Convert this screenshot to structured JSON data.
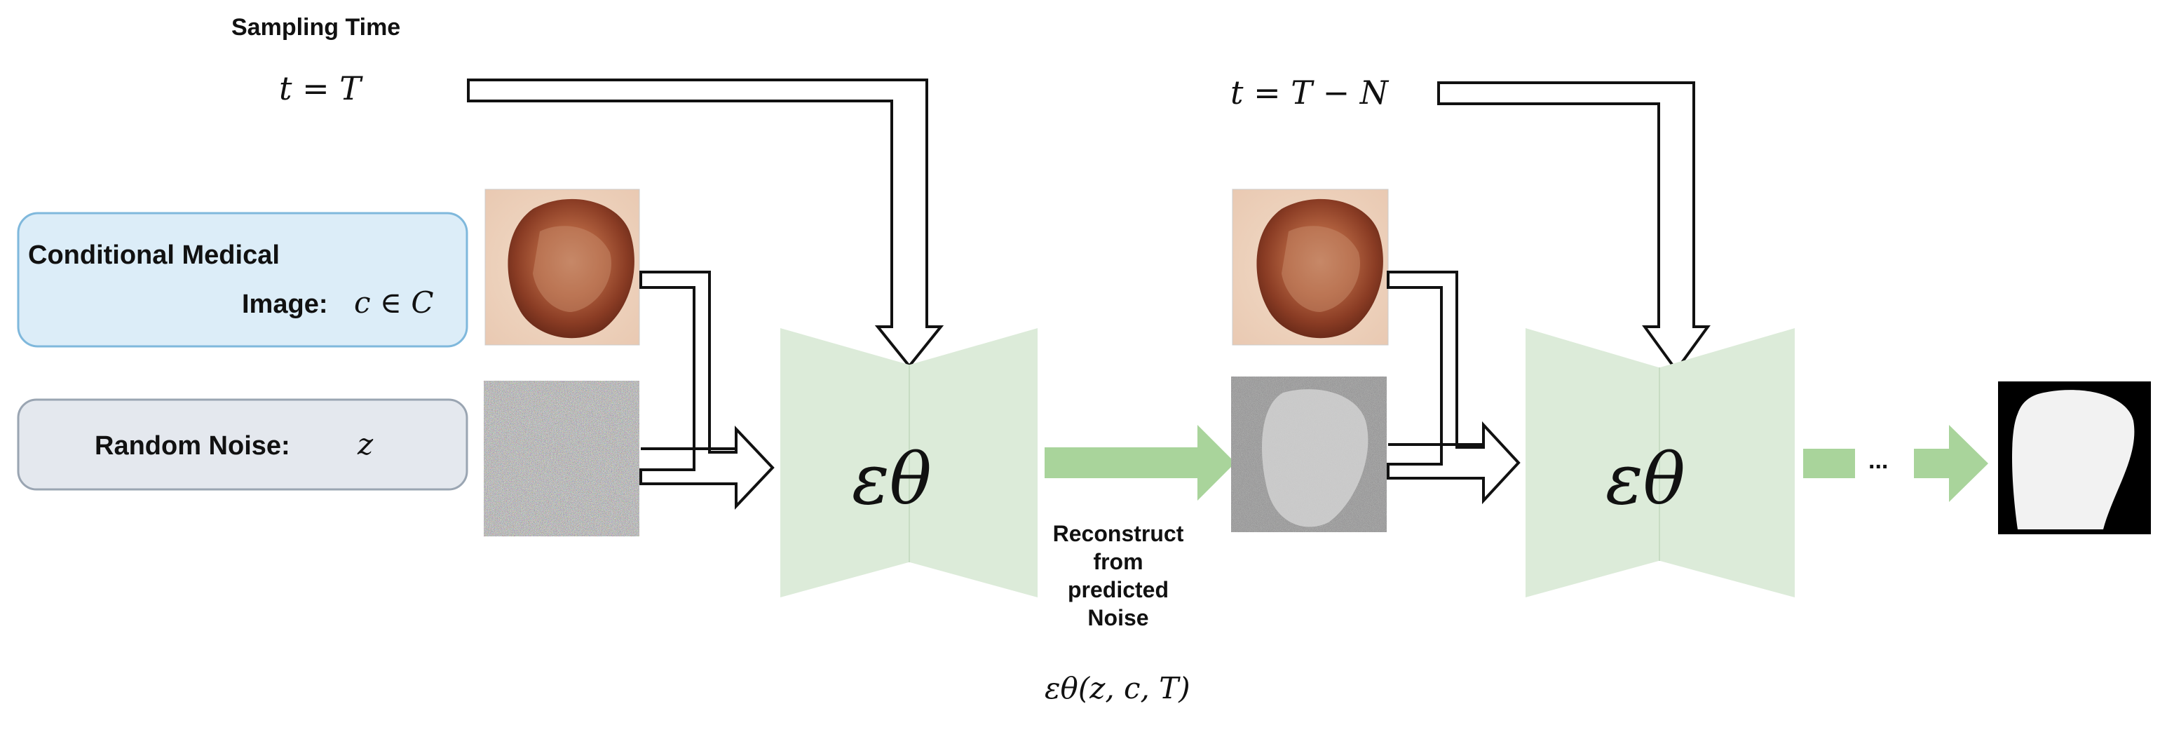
{
  "labels": {
    "sampling_time": "Sampling Time",
    "t1": "t = T",
    "t2": "t = T − N",
    "cond_line1": "Conditional Medical",
    "cond_line2": "Image:",
    "cond_math": "c ∈ C",
    "noise_label": "Random Noise:",
    "noise_math": "z",
    "unet1": "εθ",
    "unet2": "εθ",
    "recon_1": "Reconstruct",
    "recon_2": "from",
    "recon_3": "predicted",
    "recon_4": "Noise",
    "formula": "εθ(z, c, T)",
    "ellipsis": "..."
  },
  "colors": {
    "unet_fill": "#dcebd9",
    "green_arrow": "#a9d49b",
    "cond_box_fill": "#dcedf8",
    "cond_box_stroke": "#7fb8dc",
    "noise_box_fill": "#e4e8ee",
    "noise_box_stroke": "#9aa5b2",
    "mask_bg": "#000000",
    "mask_fg": "#f2f2f2",
    "skin": "#b5623f"
  }
}
